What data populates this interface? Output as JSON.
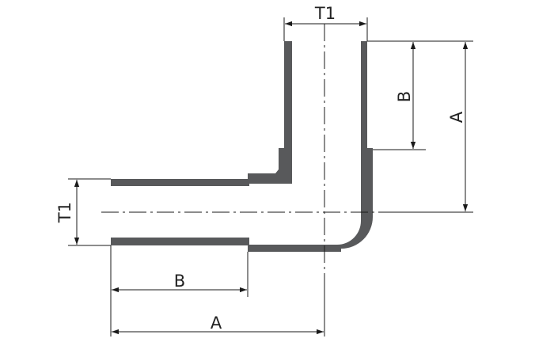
{
  "labels": {
    "t1_top": "T1",
    "t1_left": "T1",
    "b_right": "B",
    "a_right": "A",
    "b_bottom": "B",
    "a_bottom": "A"
  },
  "colors": {
    "wall": "#58595b",
    "line": "#1a1a1a",
    "background": "#ffffff"
  }
}
